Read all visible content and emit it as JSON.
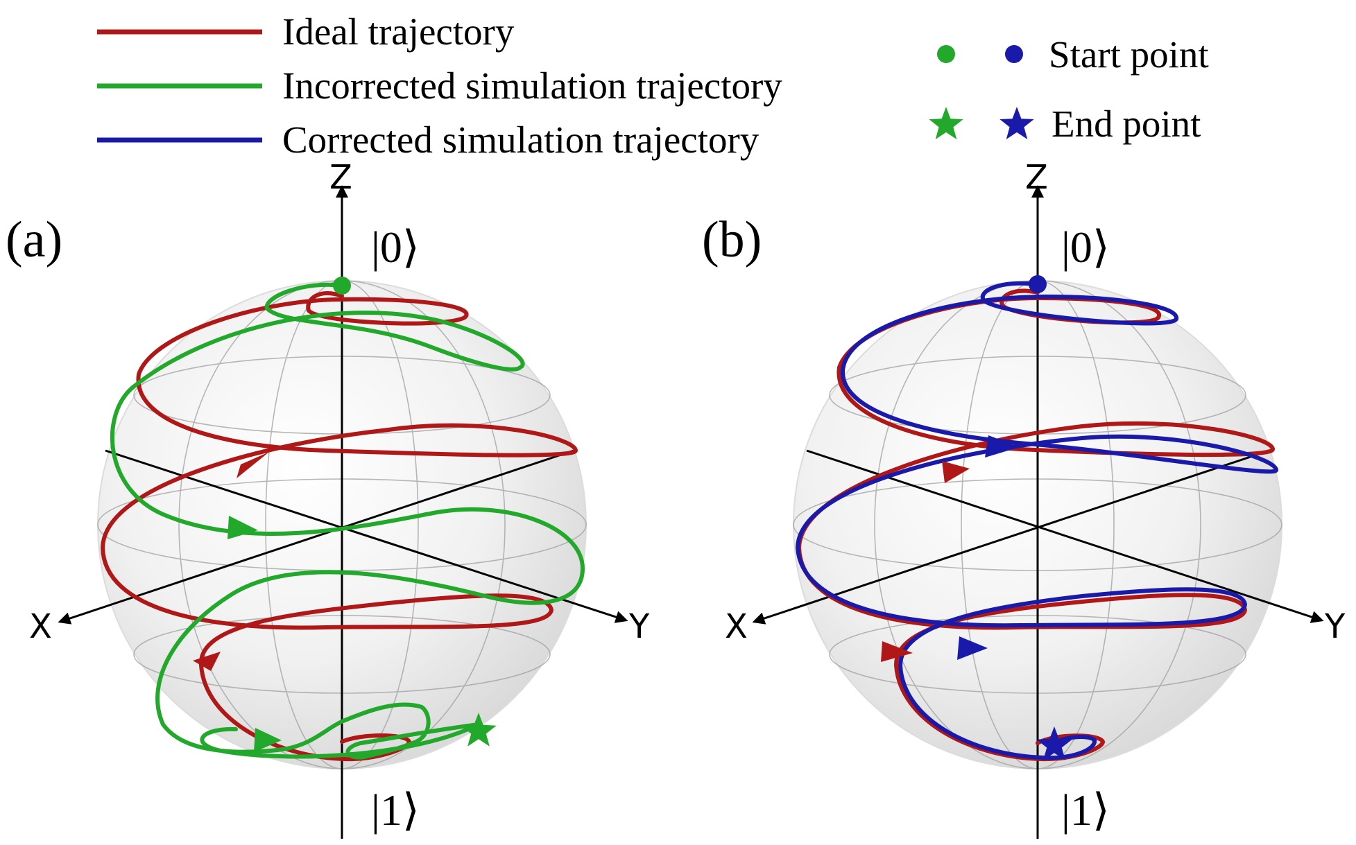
{
  "legend": {
    "lines": [
      {
        "label": "Ideal trajectory",
        "color": "#b01818"
      },
      {
        "label": "Incorrected simulation trajectory",
        "color": "#22a82a"
      },
      {
        "label": "Corrected simulation trajectory",
        "color": "#1a1aaa"
      }
    ],
    "markers": [
      {
        "label": "Start point",
        "shape": "circle",
        "colors": [
          "#22a82a",
          "#1a1aaa"
        ]
      },
      {
        "label": "End point",
        "shape": "star",
        "colors": [
          "#22a82a",
          "#1a1aaa"
        ]
      }
    ]
  },
  "panels": [
    {
      "label": "(a)",
      "axes": {
        "x": "X",
        "y": "Y",
        "z": "Z"
      },
      "top_state": "|0⟩",
      "bottom_state": "|1⟩",
      "trajectories": [
        "Ideal trajectory",
        "Incorrected simulation trajectory"
      ]
    },
    {
      "label": "(b)",
      "axes": {
        "x": "X",
        "y": "Y",
        "z": "Z"
      },
      "top_state": "|0⟩",
      "bottom_state": "|1⟩",
      "trajectories": [
        "Ideal trajectory",
        "Corrected simulation trajectory"
      ]
    }
  ],
  "colors": {
    "ideal": "#b01818",
    "incorrected": "#22a82a",
    "corrected": "#1a1aaa",
    "axis": "#000000",
    "sphere_grid": "#9a9a9a"
  }
}
